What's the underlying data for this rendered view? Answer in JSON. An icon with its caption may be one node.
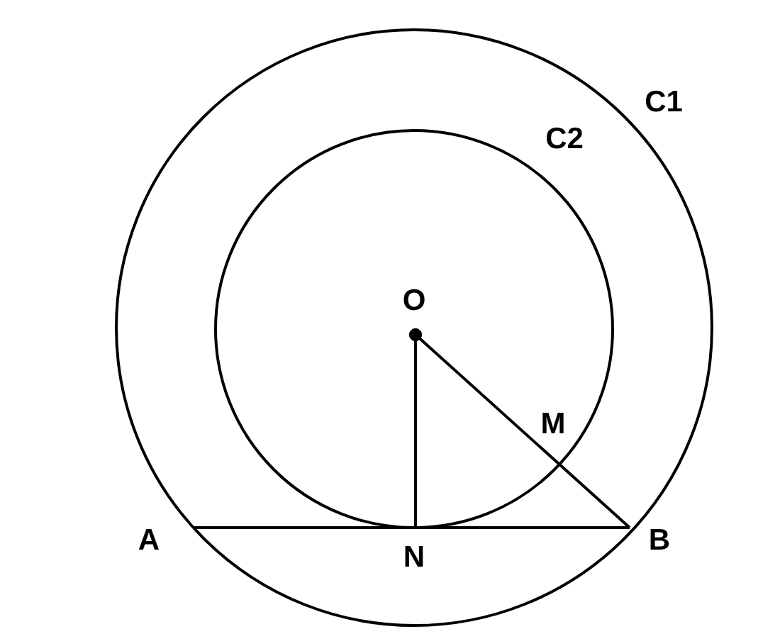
{
  "diagram": {
    "nodes": [
      {
        "text": [
          "O"
        ]
      },
      {
        "text": [
          "A"
        ]
      },
      {
        "text": [
          "N"
        ]
      },
      {
        "text": [
          "B"
        ]
      },
      {
        "text": [
          "M"
        ]
      }
    ],
    "edges": [
      {
        "from": 0,
        "to": 2,
        "arrow": "other"
      },
      {
        "from": 0,
        "to": 3,
        "arrow": "other"
      },
      {
        "from": 1,
        "to": 3,
        "arrow": "none"
      }
    ],
    "labels": [
      "C1",
      "C2"
    ]
  }
}
